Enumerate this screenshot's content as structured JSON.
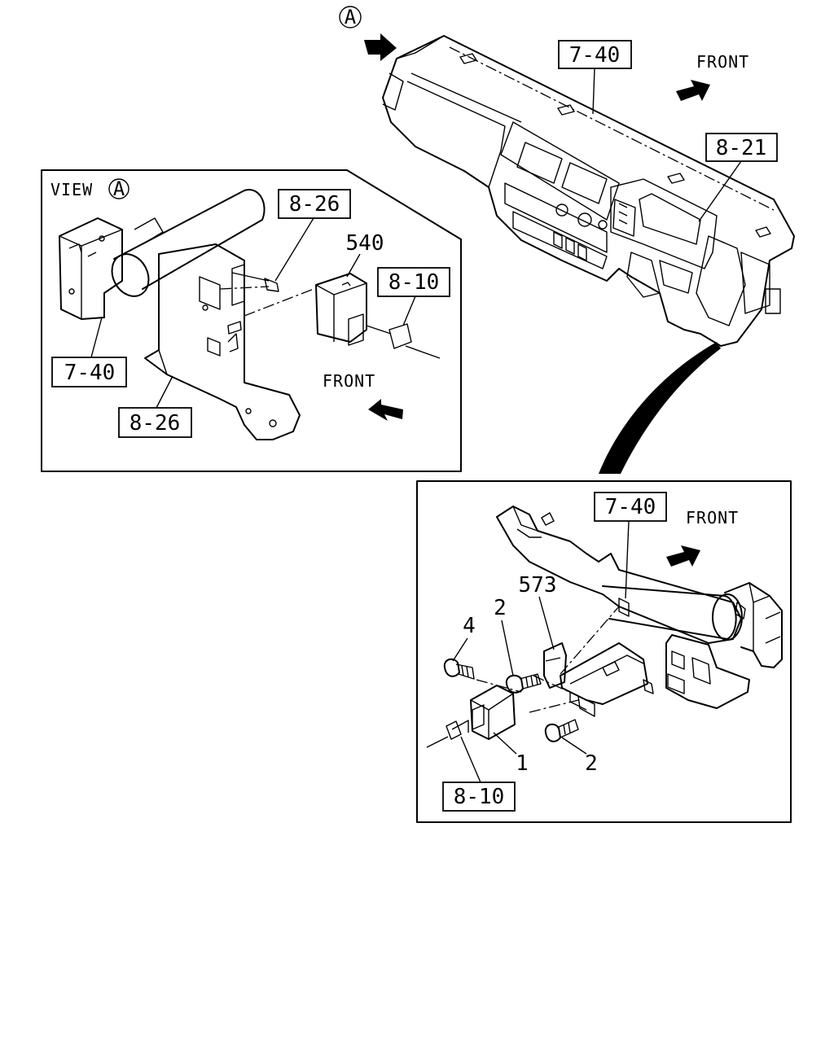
{
  "markers": {
    "view_marker": "A"
  },
  "top_view": {
    "label_panel": "7-40",
    "label_cluster": "8-21",
    "front_label": "FRONT"
  },
  "view_a": {
    "title": "VIEW",
    "title_marker": "A",
    "label_bracket_nut": "8-26",
    "label_relay": "540",
    "label_connector": "8-10",
    "label_panel": "7-40",
    "label_bracket": "8-26",
    "front_label": "FRONT"
  },
  "detail": {
    "label_panel": "7-40",
    "front_label": "FRONT",
    "label_bracket": "573",
    "label_bolt_upper": "2",
    "label_bolt_left": "4",
    "label_relay": "1",
    "label_bolt_lower": "2",
    "label_connector": "8-10"
  }
}
